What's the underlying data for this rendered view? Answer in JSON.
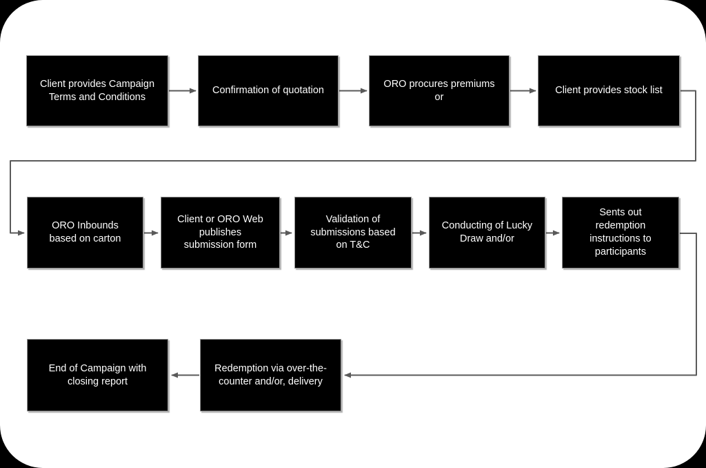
{
  "diagram": {
    "type": "flowchart",
    "colors": {
      "page_background": "#000000",
      "card_background": "#ffffff",
      "node_fill": "#000000",
      "node_text": "#ffffff",
      "connector": "#5a5a5a"
    },
    "nodes": [
      {
        "id": 0,
        "label": "Client provides Campaign\nTerms and Conditions"
      },
      {
        "id": 1,
        "label": "Confirmation of quotation"
      },
      {
        "id": 2,
        "label": "ORO procures premiums\nor"
      },
      {
        "id": 3,
        "label": "Client provides stock list"
      },
      {
        "id": 4,
        "label": "ORO Inbounds\nbased on carton"
      },
      {
        "id": 5,
        "label": "Client or ORO Web\npublishes\nsubmission form"
      },
      {
        "id": 6,
        "label": "Validation of\nsubmissions based\non T&C"
      },
      {
        "id": 7,
        "label": "Conducting of Lucky\nDraw and/or"
      },
      {
        "id": 8,
        "label": "Sents out\nredemption\ninstructions to\nparticipants"
      },
      {
        "id": 9,
        "label": "End of Campaign with\nclosing report"
      },
      {
        "id": 10,
        "label": "Redemption via over-the-\ncounter and/or, delivery"
      }
    ],
    "edges": [
      {
        "from": 0,
        "to": 1
      },
      {
        "from": 1,
        "to": 2
      },
      {
        "from": 2,
        "to": 3
      },
      {
        "from": 3,
        "to": 4
      },
      {
        "from": 4,
        "to": 5
      },
      {
        "from": 5,
        "to": 6
      },
      {
        "from": 6,
        "to": 7
      },
      {
        "from": 7,
        "to": 8
      },
      {
        "from": 8,
        "to": 10
      },
      {
        "from": 10,
        "to": 9
      }
    ]
  }
}
